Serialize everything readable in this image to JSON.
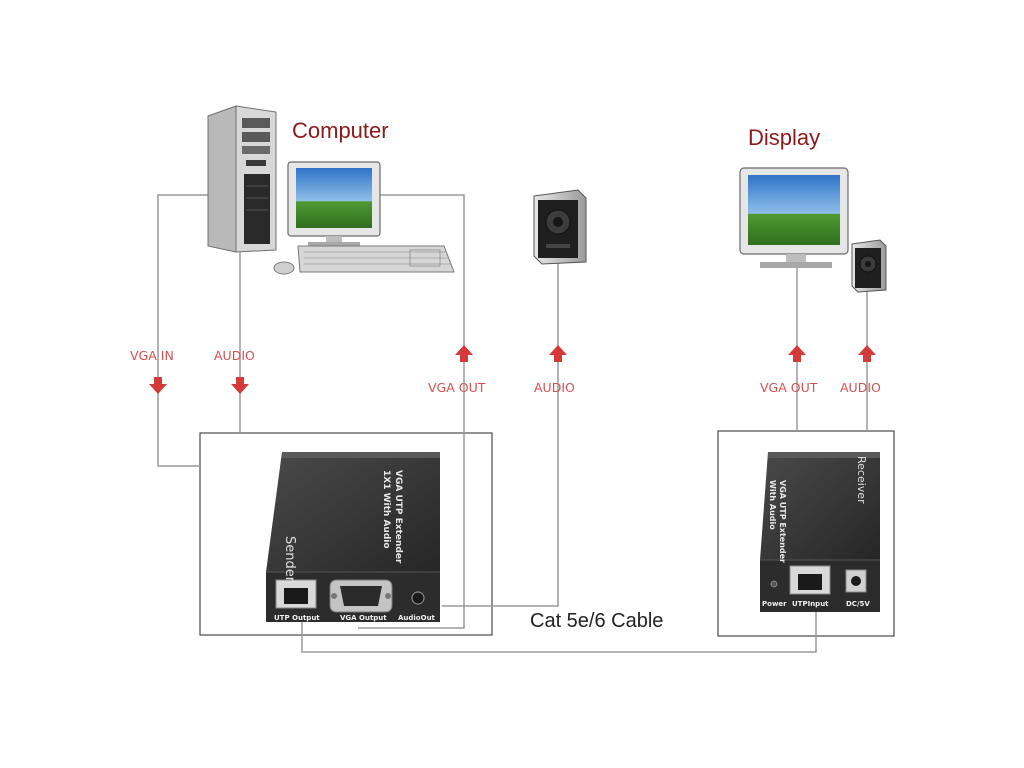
{
  "colors": {
    "heading": "#8b1a1a",
    "signal_label": "#d45050",
    "arrow": "#d43a3a",
    "wire": "#9a9a9a",
    "box_border": "#4a4a4a",
    "device": "#3a3a3a"
  },
  "headings": {
    "computer": "Computer",
    "display": "Display"
  },
  "signals": {
    "vga_in": "VGA IN",
    "audio_in": "AUDIO",
    "vga_out_sender": "VGA OUT",
    "audio_out_sender": "AUDIO",
    "vga_out_receiver": "VGA OUT",
    "audio_out_receiver": "AUDIO"
  },
  "cable": {
    "label": "Cat 5e/6 Cable"
  },
  "sender": {
    "name": "Sender",
    "product_line1": "VGA UTP Extender",
    "product_line2": "1X1 With Audio",
    "ports": [
      "UTP Output",
      "VGA Output",
      "AudioOut"
    ]
  },
  "receiver": {
    "name": "Receiver",
    "product_line1": "VGA UTP Extender",
    "product_line2": "With Audio",
    "ports": [
      "Power",
      "UTPInput",
      "DC/5V"
    ]
  },
  "icons": {
    "tower": "computer-tower-icon",
    "monitor": "monitor-icon",
    "keyboard": "keyboard-icon",
    "mouse": "mouse-icon",
    "speaker": "speaker-icon",
    "arrow_down": "arrow-down-icon",
    "arrow_up": "arrow-up-icon"
  }
}
